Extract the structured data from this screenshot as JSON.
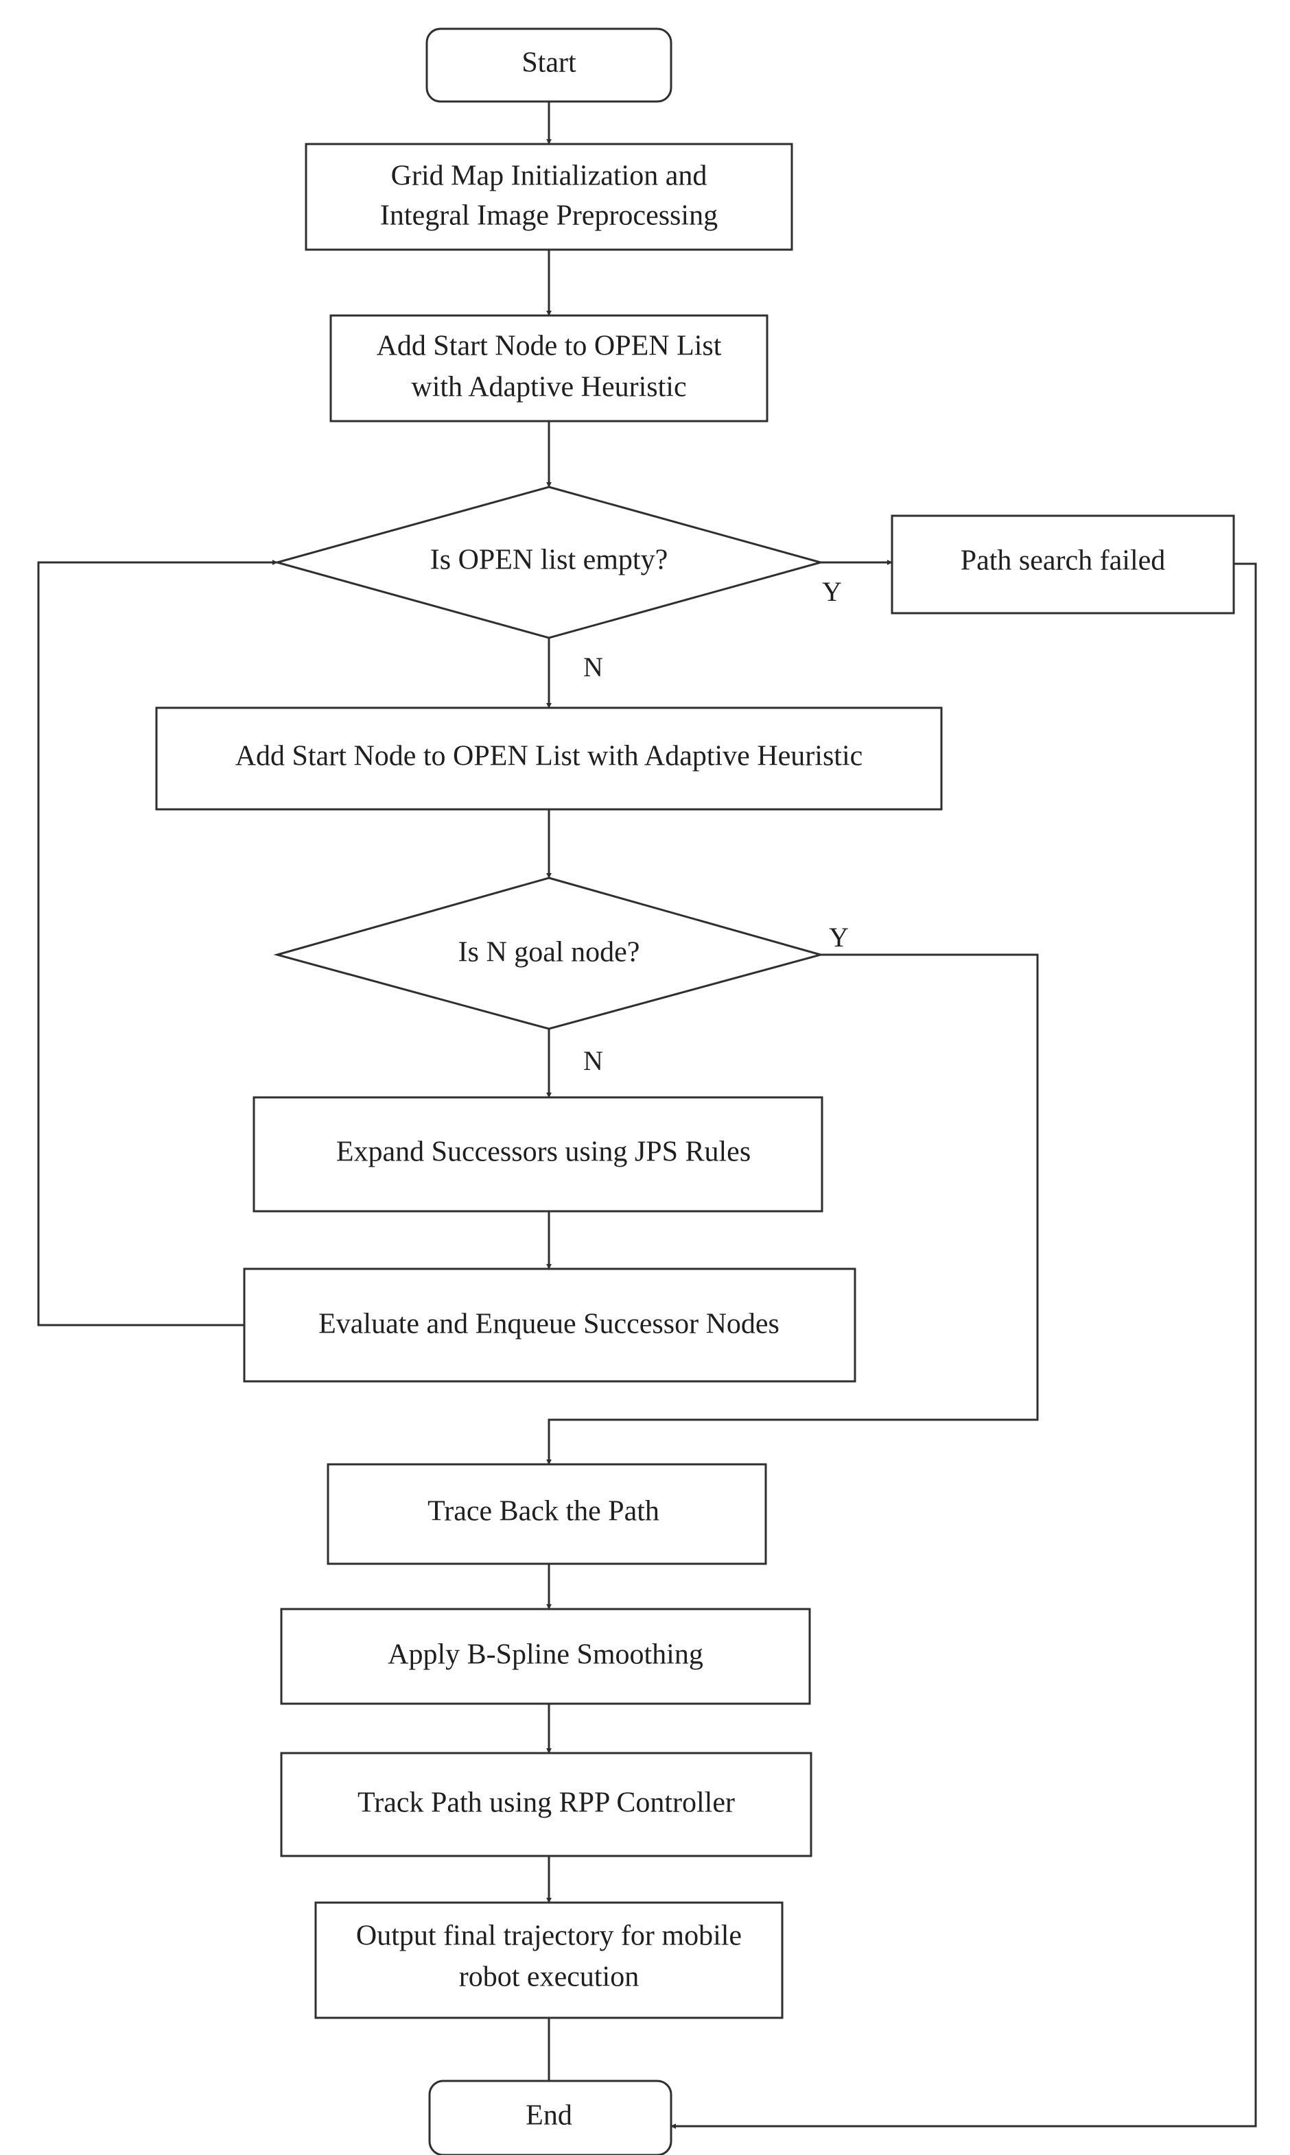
{
  "colors": {
    "stroke": "#2f2f2f",
    "text": "#1f1f1f",
    "background": "#ffffff"
  },
  "nodes": {
    "start": "Start",
    "grid_map": [
      "Grid Map Initialization and",
      "Integral Image Preprocessing"
    ],
    "add_start": [
      "Add Start Node to OPEN List",
      "with Adaptive Heuristic"
    ],
    "open_empty": "Is OPEN list empty?",
    "path_failed": "Path search failed",
    "add_start_long": "Add Start Node to OPEN List with Adaptive Heuristic",
    "is_goal": "Is N goal node?",
    "expand": "Expand Successors using JPS Rules",
    "evaluate": "Evaluate and Enqueue Successor Nodes",
    "trace": "Trace Back the Path",
    "bspline": "Apply B-Spline Smoothing",
    "track": "Track Path using RPP Controller",
    "output": [
      "Output final trajectory for mobile",
      "robot execution"
    ],
    "end": "End"
  },
  "branches": {
    "open_empty_yes": "Y",
    "open_empty_no": "N",
    "goal_yes": "Y",
    "goal_no": "N"
  }
}
